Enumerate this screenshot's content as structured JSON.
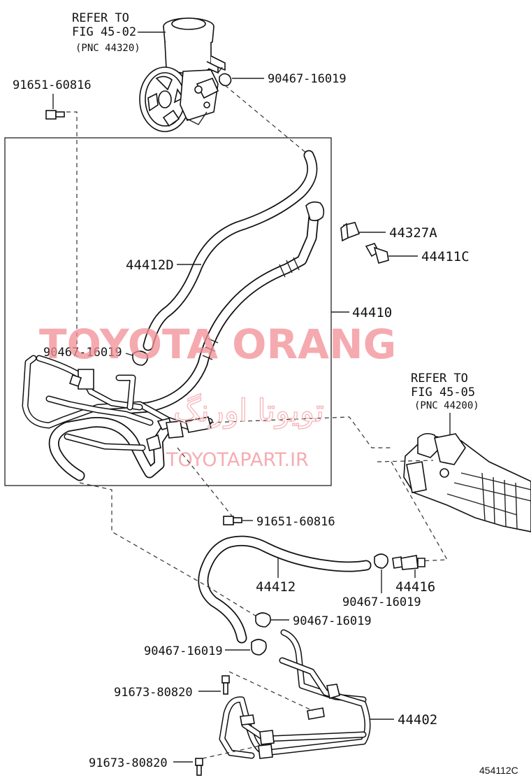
{
  "refer_pump": {
    "line1": "REFER TO",
    "line2": "FIG 45-02",
    "line3": "(PNC 44320)"
  },
  "refer_gear": {
    "line1": "REFER TO",
    "line2": "FIG 45-05",
    "line3": "(PNC 44200)"
  },
  "labels": {
    "bolt_top": "91651-60816",
    "clamp_pump": "90467-16019",
    "clip_44327a": "44327A",
    "union_44411c": "44411C",
    "hose_44412d": "44412D",
    "assy_44410": "44410",
    "clamp_inner": "90467-16019",
    "bolt_mid": "91651-60816",
    "hose_44412": "44412",
    "union_44416": "44416",
    "clamp_44416": "90467-16019",
    "clamp_right": "90467-16019",
    "clamp_left": "90467-16019",
    "bolt_lower1": "91673-80820",
    "tube_44402": "44402",
    "bolt_lower2": "91673-80820"
  },
  "watermark": {
    "brand": "TOYOTA ORANG",
    "persian": "تويوتا اورنگ",
    "url": "TOYOTAPART.IR"
  },
  "figure_code": "454112C"
}
